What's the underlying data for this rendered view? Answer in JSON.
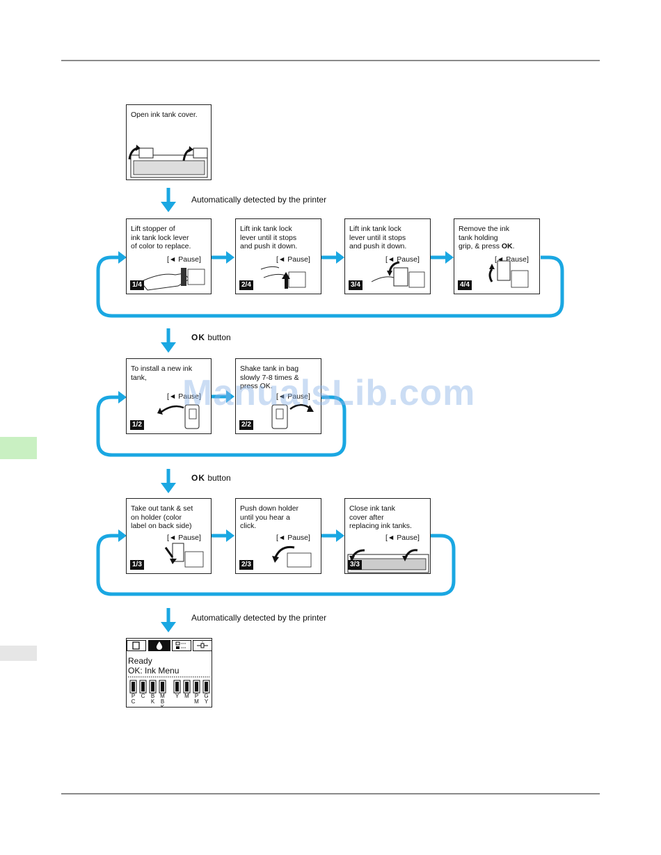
{
  "watermark": "ManualsLib.com",
  "connector_labels": {
    "auto_detect_1": "Automatically detected by the printer",
    "ok_button_1_bold": "OK",
    "ok_button_1_text": " button",
    "ok_button_2_bold": "OK",
    "ok_button_2_text": " button",
    "auto_detect_2": "Automatically detected by the printer"
  },
  "pause_label": "[◄  Pause]",
  "panels": {
    "open_cover": {
      "text": "Open ink tank cover."
    },
    "lift_stopper": {
      "text": "Lift stopper of\nink tank lock lever\nof color to replace.",
      "step": "1/4"
    },
    "lift_lever_a": {
      "text": "Lift ink tank lock\nlever until it stops\nand push it down.",
      "step": "2/4"
    },
    "lift_lever_b": {
      "text": "Lift ink tank lock\nlever until it stops\nand push it down.",
      "step": "3/4"
    },
    "remove_tank": {
      "text_pre": "Remove the ink\ntank holding\ngrip, & press ",
      "text_bold": "OK",
      "text_post": ".",
      "step": "4/4"
    },
    "install_new": {
      "text": "To install a new ink\ntank,",
      "step": "1/2"
    },
    "shake_tank": {
      "text": "Shake tank in bag\nslowly 7-8 times &\npress OK.",
      "step": "2/2"
    },
    "take_out": {
      "text": "Take out tank & set\non holder (color\nlabel on back side)",
      "step": "1/3"
    },
    "push_holder": {
      "text": "Push down holder\nuntil you hear a\nclick.",
      "step": "2/3"
    },
    "close_cover": {
      "text": "Close ink tank\ncover after\nreplacing ink tanks.",
      "step": "3/3"
    }
  },
  "lcd": {
    "status_line1": "Ready",
    "status_line2": "OK: Ink Menu",
    "ink_labels": [
      "P\nC",
      "C",
      "B\nK",
      "M\nB\nK",
      "Y",
      "M",
      "P\nM",
      "G\nY"
    ]
  },
  "colors": {
    "flow_blue": "#1aa7e2",
    "tab_green": "#c9f0c2"
  }
}
